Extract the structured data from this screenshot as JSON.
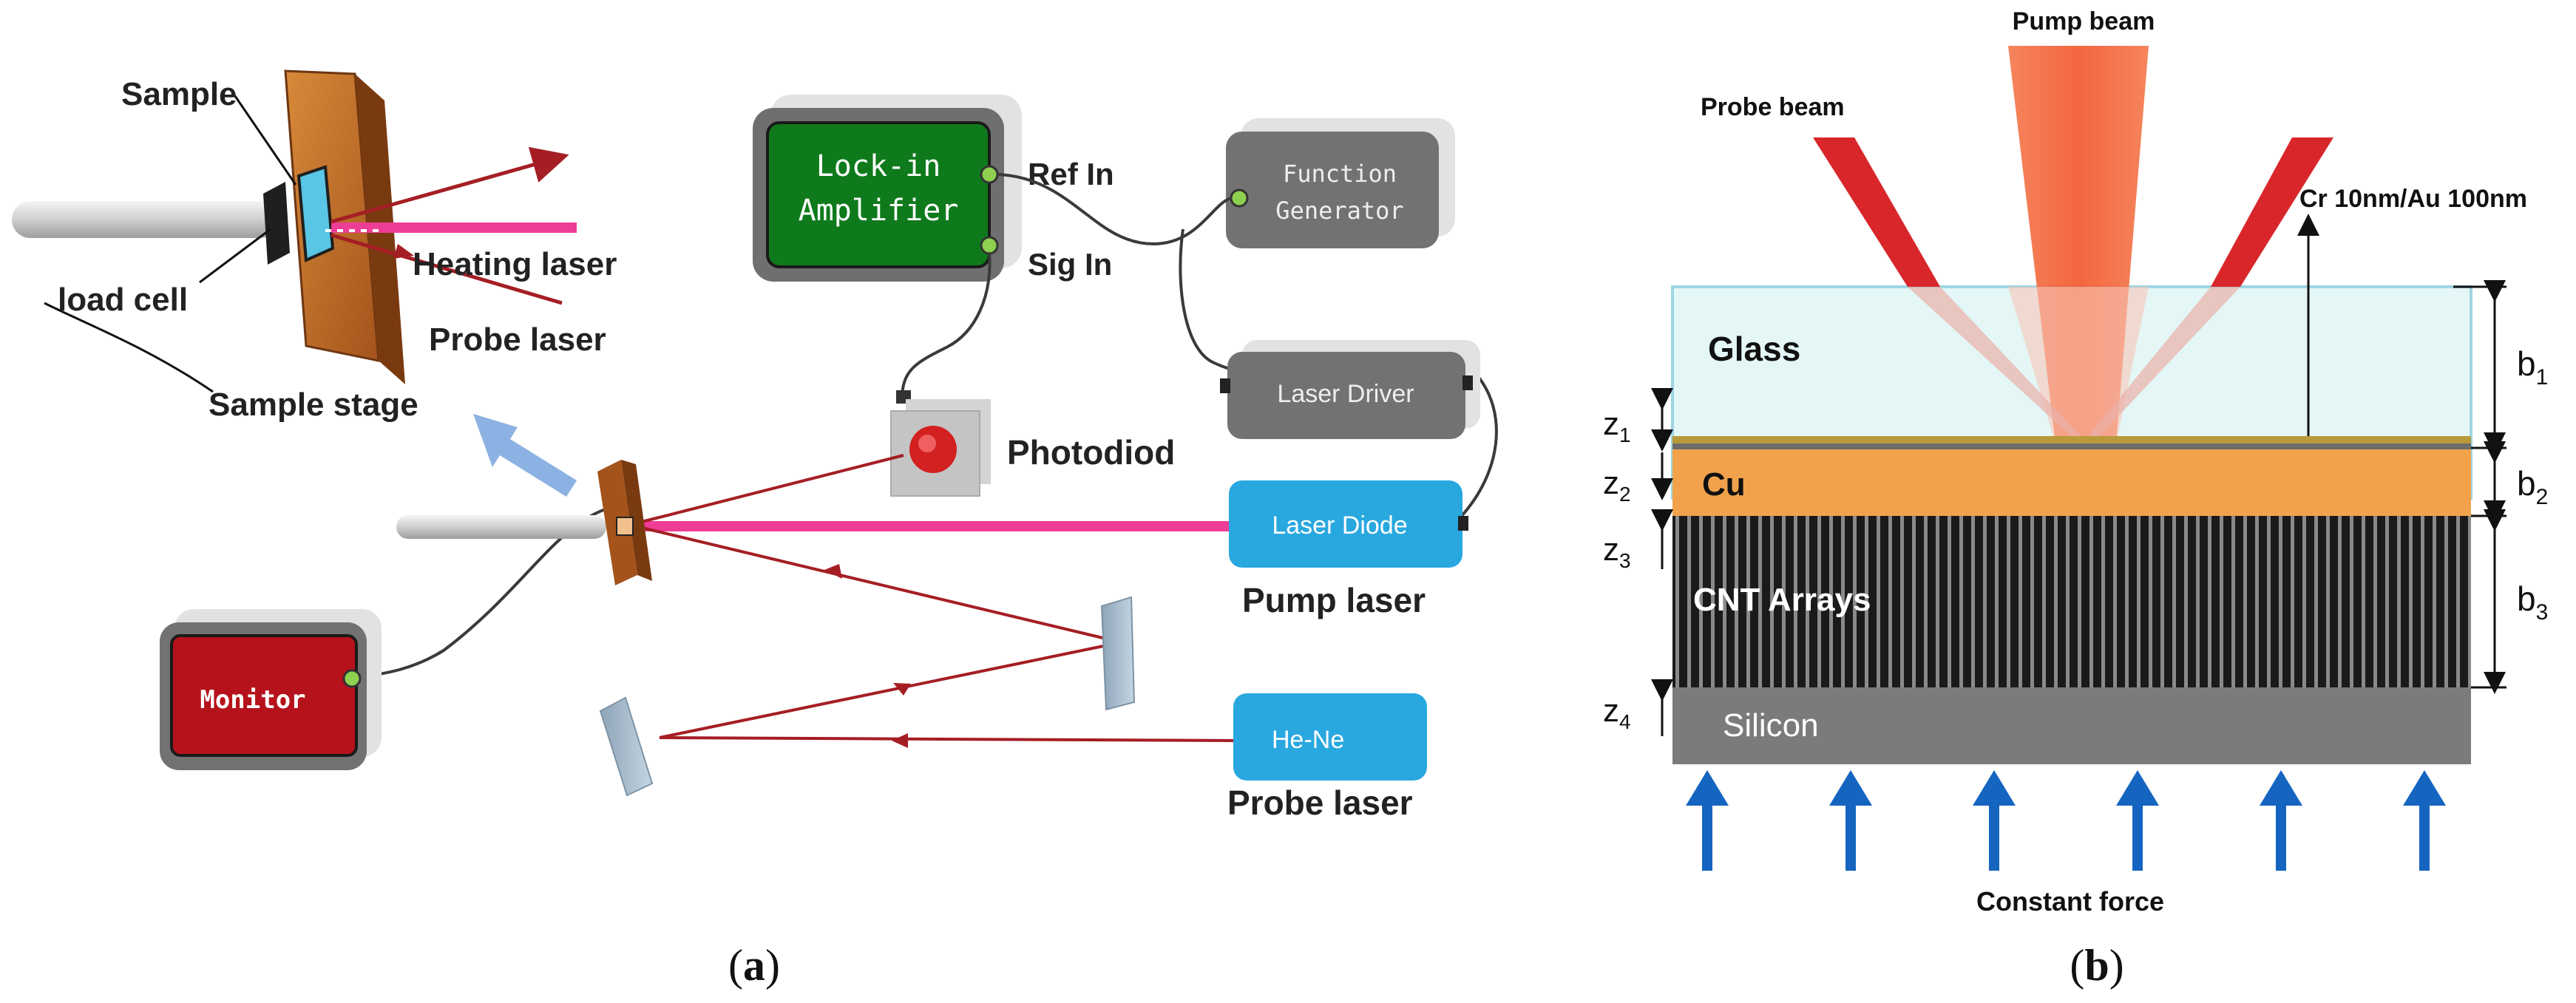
{
  "panel_a": {
    "caption": "(a)",
    "caption_letter": "a",
    "instruments": {
      "lockin_line1": "Lock-in",
      "lockin_line2": "Amplifier",
      "function_line1": "Function",
      "function_line2": "Generator",
      "laser_driver": "Laser Driver",
      "laser_diode": "Laser Diode",
      "he_ne": "He-Ne",
      "monitor": "Monitor"
    },
    "labels": {
      "ref_in": "Ref In",
      "sig_in": "Sig In",
      "photodiod": "Photodiod",
      "pump_laser": "Pump laser",
      "probe_laser": "Probe laser"
    },
    "inset": {
      "sample": "Sample",
      "load_cell": "load cell",
      "heating_laser": "Heating laser",
      "probe_laser": "Probe laser",
      "sample_stage": "Sample stage"
    }
  },
  "panel_b": {
    "caption": "(b)",
    "caption_letter": "b",
    "pump_beam": "Pump beam",
    "probe_beam": "Probe beam",
    "coating": "Cr 10nm/Au 100nm",
    "layers": {
      "glass": "Glass",
      "cu": "Cu",
      "cnt": "CNT Arrays",
      "silicon": "Silicon"
    },
    "z_labels": {
      "z1": {
        "base": "z",
        "sub": "1"
      },
      "z2": {
        "base": "z",
        "sub": "2"
      },
      "z3": {
        "base": "z",
        "sub": "3"
      },
      "z4": {
        "base": "z",
        "sub": "4"
      }
    },
    "b_labels": {
      "b1": {
        "base": "b",
        "sub": "1"
      },
      "b2": {
        "base": "b",
        "sub": "2"
      },
      "b3": {
        "base": "b",
        "sub": "3"
      }
    },
    "force_label": "Constant force"
  },
  "colors": {
    "beam_pink": "#ee3d96",
    "beam_darkred": "#a51e24",
    "lockin_green": "#0f7a1c",
    "monitor_red": "#b5121b",
    "laser_blue": "#29a8e0",
    "instrument_gray": "#727272",
    "cu_orange": "#f2a24b",
    "silicon_gray": "#7b7b7b",
    "glass_tint": "#e4f6f6",
    "force_blue": "#1565c0",
    "pump_orange": "#f06a3f",
    "probe_red": "#d8262b"
  }
}
